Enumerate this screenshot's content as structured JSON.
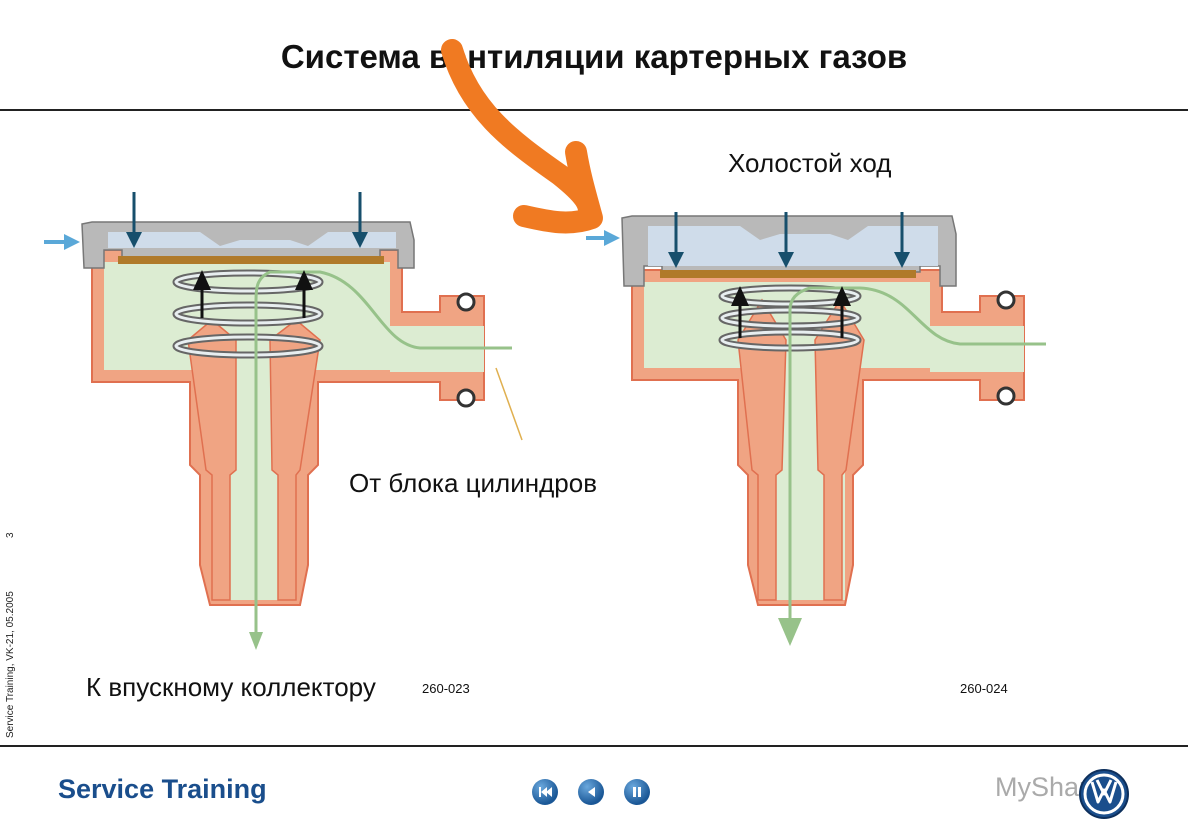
{
  "slide": {
    "title": "Система вентиляции картерных газов",
    "label_idle": "Холостой ход",
    "label_from_block": "От блока цилиндров",
    "label_to_manifold": "К впускному коллектору",
    "figure_left": "260-023",
    "figure_right": "260-024",
    "side_caption": "Service Training, VK-21, 05.2005",
    "page_number": "3"
  },
  "footer": {
    "brand": "Service Training",
    "watermark": "MyShared",
    "logo_letters": "VW"
  },
  "nav": {
    "icons": [
      "rewind-icon",
      "back-icon",
      "pause-icon"
    ]
  },
  "colors": {
    "body_orange": "#f0a483",
    "body_outline": "#e07050",
    "chamber_green": "#dcecd2",
    "flow_green": "#97c28a",
    "diaphragm": "#b07a2a",
    "cap_gray": "#b9b9b9",
    "cap_blue": "#cfdcea",
    "arrow_blue": "#174f6c",
    "highlight_orange": "#f07a22",
    "brand_blue": "#1a4e8c"
  }
}
